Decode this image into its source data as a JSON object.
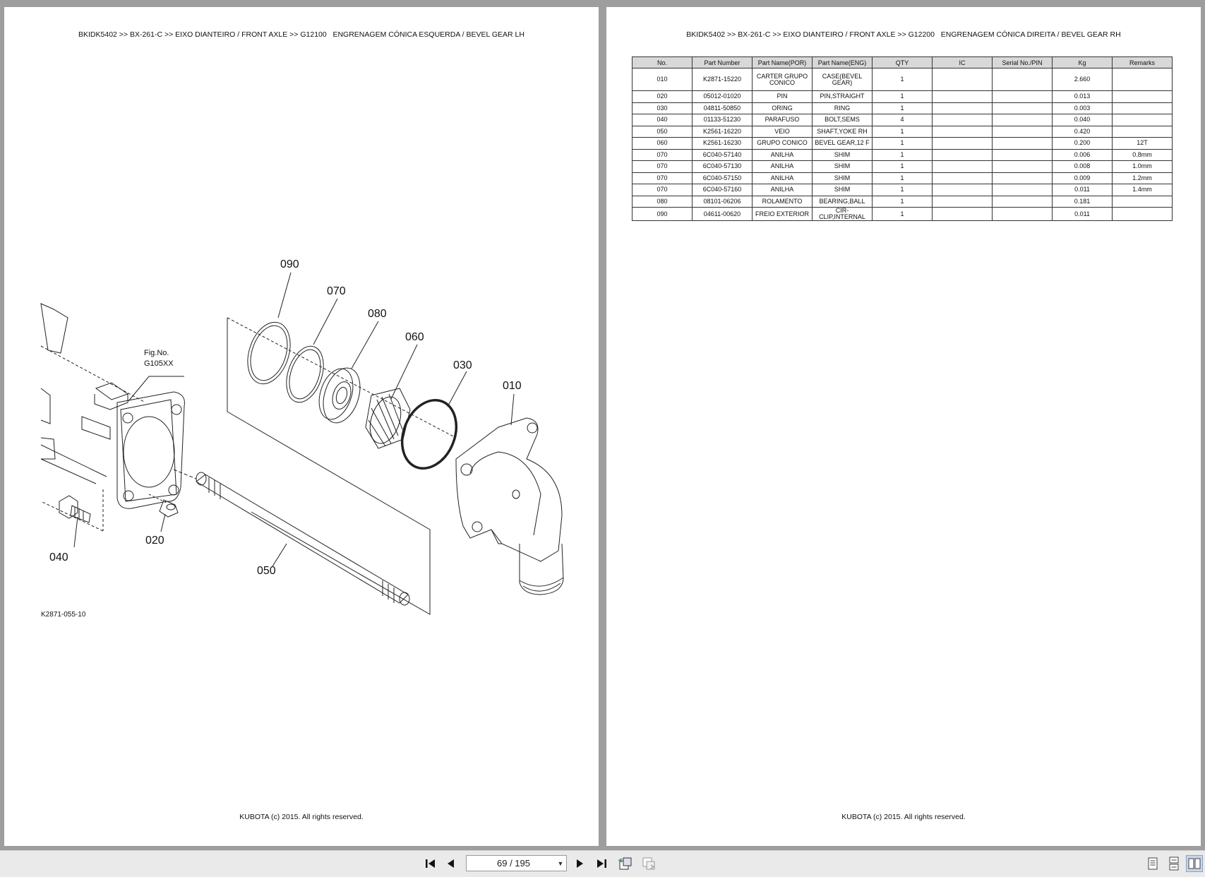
{
  "left_page": {
    "header": "BKIDK5402 >> BX-261-C >> EIXO DIANTEIRO / FRONT AXLE >> G12100   ENGRENAGEM CÓNICA ESQUERDA / BEVEL GEAR LH",
    "footer": "KUBOTA (c) 2015. All rights reserved.",
    "diagram": {
      "callouts": [
        "090",
        "070",
        "080",
        "060",
        "030",
        "010",
        "020",
        "040",
        "050"
      ],
      "fig_label": "Fig.No.",
      "fig_no": "G105XX",
      "ref_code": "K2871-055-10"
    }
  },
  "right_page": {
    "header": "BKIDK5402 >> BX-261-C >> EIXO DIANTEIRO / FRONT AXLE >> G12200   ENGRENAGEM CÓNICA DIREITA / BEVEL GEAR RH",
    "footer": "KUBOTA (c) 2015. All rights reserved.",
    "table": {
      "headers": [
        "No.",
        "Part Number",
        "Part Name(POR)",
        "Part Name(ENG)",
        "QTY",
        "IC",
        "Serial No./PIN",
        "Kg",
        "Remarks"
      ],
      "rows": [
        [
          "010",
          "K2871-15220",
          "CARTER GRUPO CONICO",
          "CASE(BEVEL GEAR)",
          "1",
          "",
          "",
          "2.660",
          ""
        ],
        [
          "020",
          "05012-01020",
          "PIN",
          "PIN,STRAIGHT",
          "1",
          "",
          "",
          "0.013",
          ""
        ],
        [
          "030",
          "04811-50850",
          "ORING",
          "RING",
          "1",
          "",
          "",
          "0.003",
          ""
        ],
        [
          "040",
          "01133-51230",
          "PARAFUSO",
          "BOLT,SEMS",
          "4",
          "",
          "",
          "0.040",
          ""
        ],
        [
          "050",
          "K2561-16220",
          "VEIO",
          "SHAFT,YOKE RH",
          "1",
          "",
          "",
          "0.420",
          ""
        ],
        [
          "060",
          "K2561-16230",
          "GRUPO CONICO",
          "BEVEL GEAR,12 F",
          "1",
          "",
          "",
          "0.200",
          "12T"
        ],
        [
          "070",
          "6C040-57140",
          "ANILHA",
          "SHIM",
          "1",
          "",
          "",
          "0.006",
          "0.8mm"
        ],
        [
          "070",
          "6C040-57130",
          "ANILHA",
          "SHIM",
          "1",
          "",
          "",
          "0.008",
          "1.0mm"
        ],
        [
          "070",
          "6C040-57150",
          "ANILHA",
          "SHIM",
          "1",
          "",
          "",
          "0.009",
          "1.2mm"
        ],
        [
          "070",
          "6C040-57160",
          "ANILHA",
          "SHIM",
          "1",
          "",
          "",
          "0.011",
          "1.4mm"
        ],
        [
          "080",
          "08101-06206",
          "ROLAMENTO",
          "BEARING,BALL",
          "1",
          "",
          "",
          "0.181",
          ""
        ],
        [
          "090",
          "04611-00620",
          "FREIO EXTERIOR",
          "CIR-CLIP,INTERNAL",
          "1",
          "",
          "",
          "0.011",
          ""
        ]
      ]
    }
  },
  "toolbar": {
    "page_indicator": "69 / 195",
    "icons": [
      "first-page-icon",
      "prev-page-icon",
      "next-page-icon",
      "last-page-icon",
      "prev-view-icon",
      "next-view-icon",
      "single-page-view-icon",
      "continuous-view-icon",
      "two-page-view-icon"
    ]
  }
}
